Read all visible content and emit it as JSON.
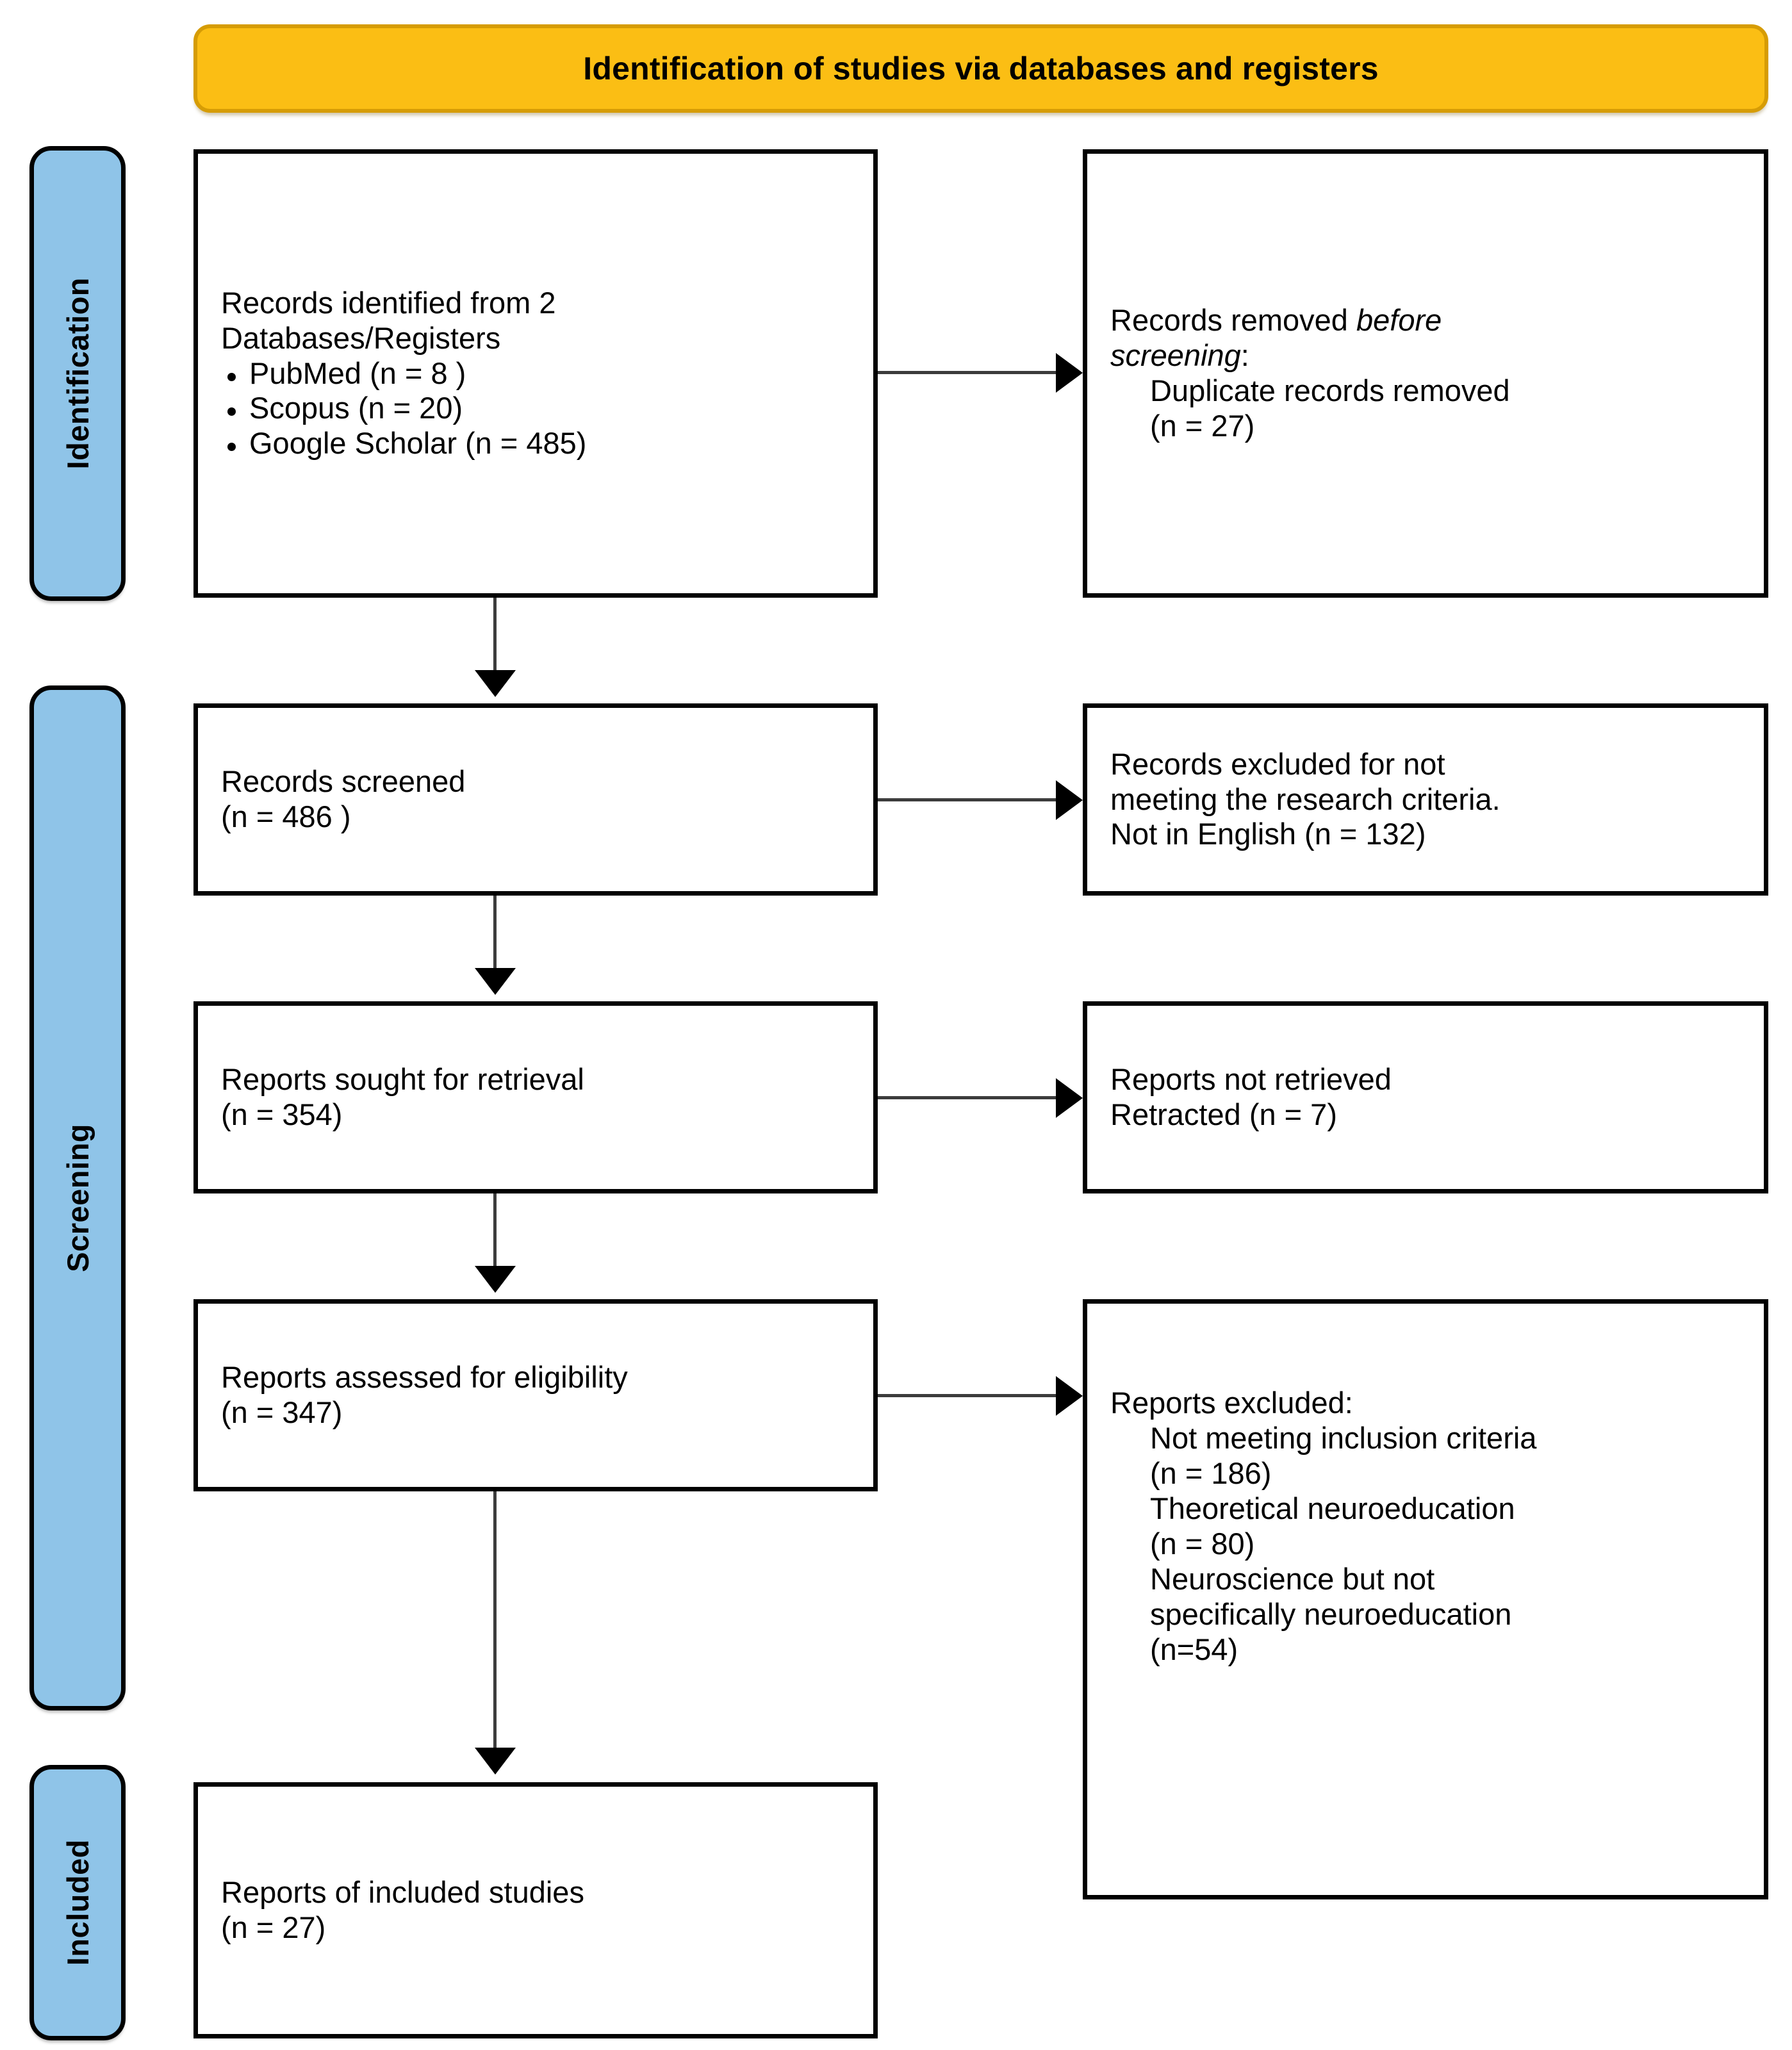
{
  "banner": {
    "title": "Identification of studies via databases and registers"
  },
  "phases": [
    {
      "key": "identification",
      "label": "Identification"
    },
    {
      "key": "screening",
      "label": "Screening"
    },
    {
      "key": "included",
      "label": "Included"
    }
  ],
  "boxes": {
    "records_identified": {
      "line1": "Records identified from 2",
      "line2": "Databases/Registers",
      "sources": [
        "PubMed (n = 8 )",
        "Scopus (n = 20)",
        "Google Scholar (n = 485)"
      ]
    },
    "records_removed": {
      "line1_pre": "Records removed ",
      "line1_em": "before",
      "line2_em": "screening",
      "line2_post": ":",
      "line3": "Duplicate records removed",
      "line4": "(n = 27)"
    },
    "records_screened": {
      "line1": "Records screened",
      "line2": "(n = 486 )"
    },
    "records_excluded": {
      "line1": "Records excluded for not",
      "line2": "meeting the research criteria.",
      "line3": "Not in English (n = 132)"
    },
    "reports_sought": {
      "line1": "Reports sought for retrieval",
      "line2": "(n = 354)"
    },
    "reports_not_retrieved": {
      "line1": "Reports not retrieved",
      "line2": "Retracted (n = 7)"
    },
    "reports_assessed": {
      "line1": "Reports assessed for eligibility",
      "line2": "(n = 347)"
    },
    "reports_excluded": {
      "heading": "Reports excluded:",
      "reasons": [
        "Not meeting inclusion criteria",
        "(n = 186)",
        "Theoretical neuroeducation",
        "(n = 80)",
        "Neuroscience but not",
        "specifically neuroeducation",
        "(n=54)"
      ]
    },
    "reports_included": {
      "line1": "Reports of included studies",
      "line2": "(n = 27)"
    }
  },
  "colors": {
    "banner_fill": "#FBBE14",
    "banner_border": "#D69C05",
    "tab_fill": "#8FC4E8",
    "box_border": "#000000",
    "connector": "#3c3c3c"
  }
}
